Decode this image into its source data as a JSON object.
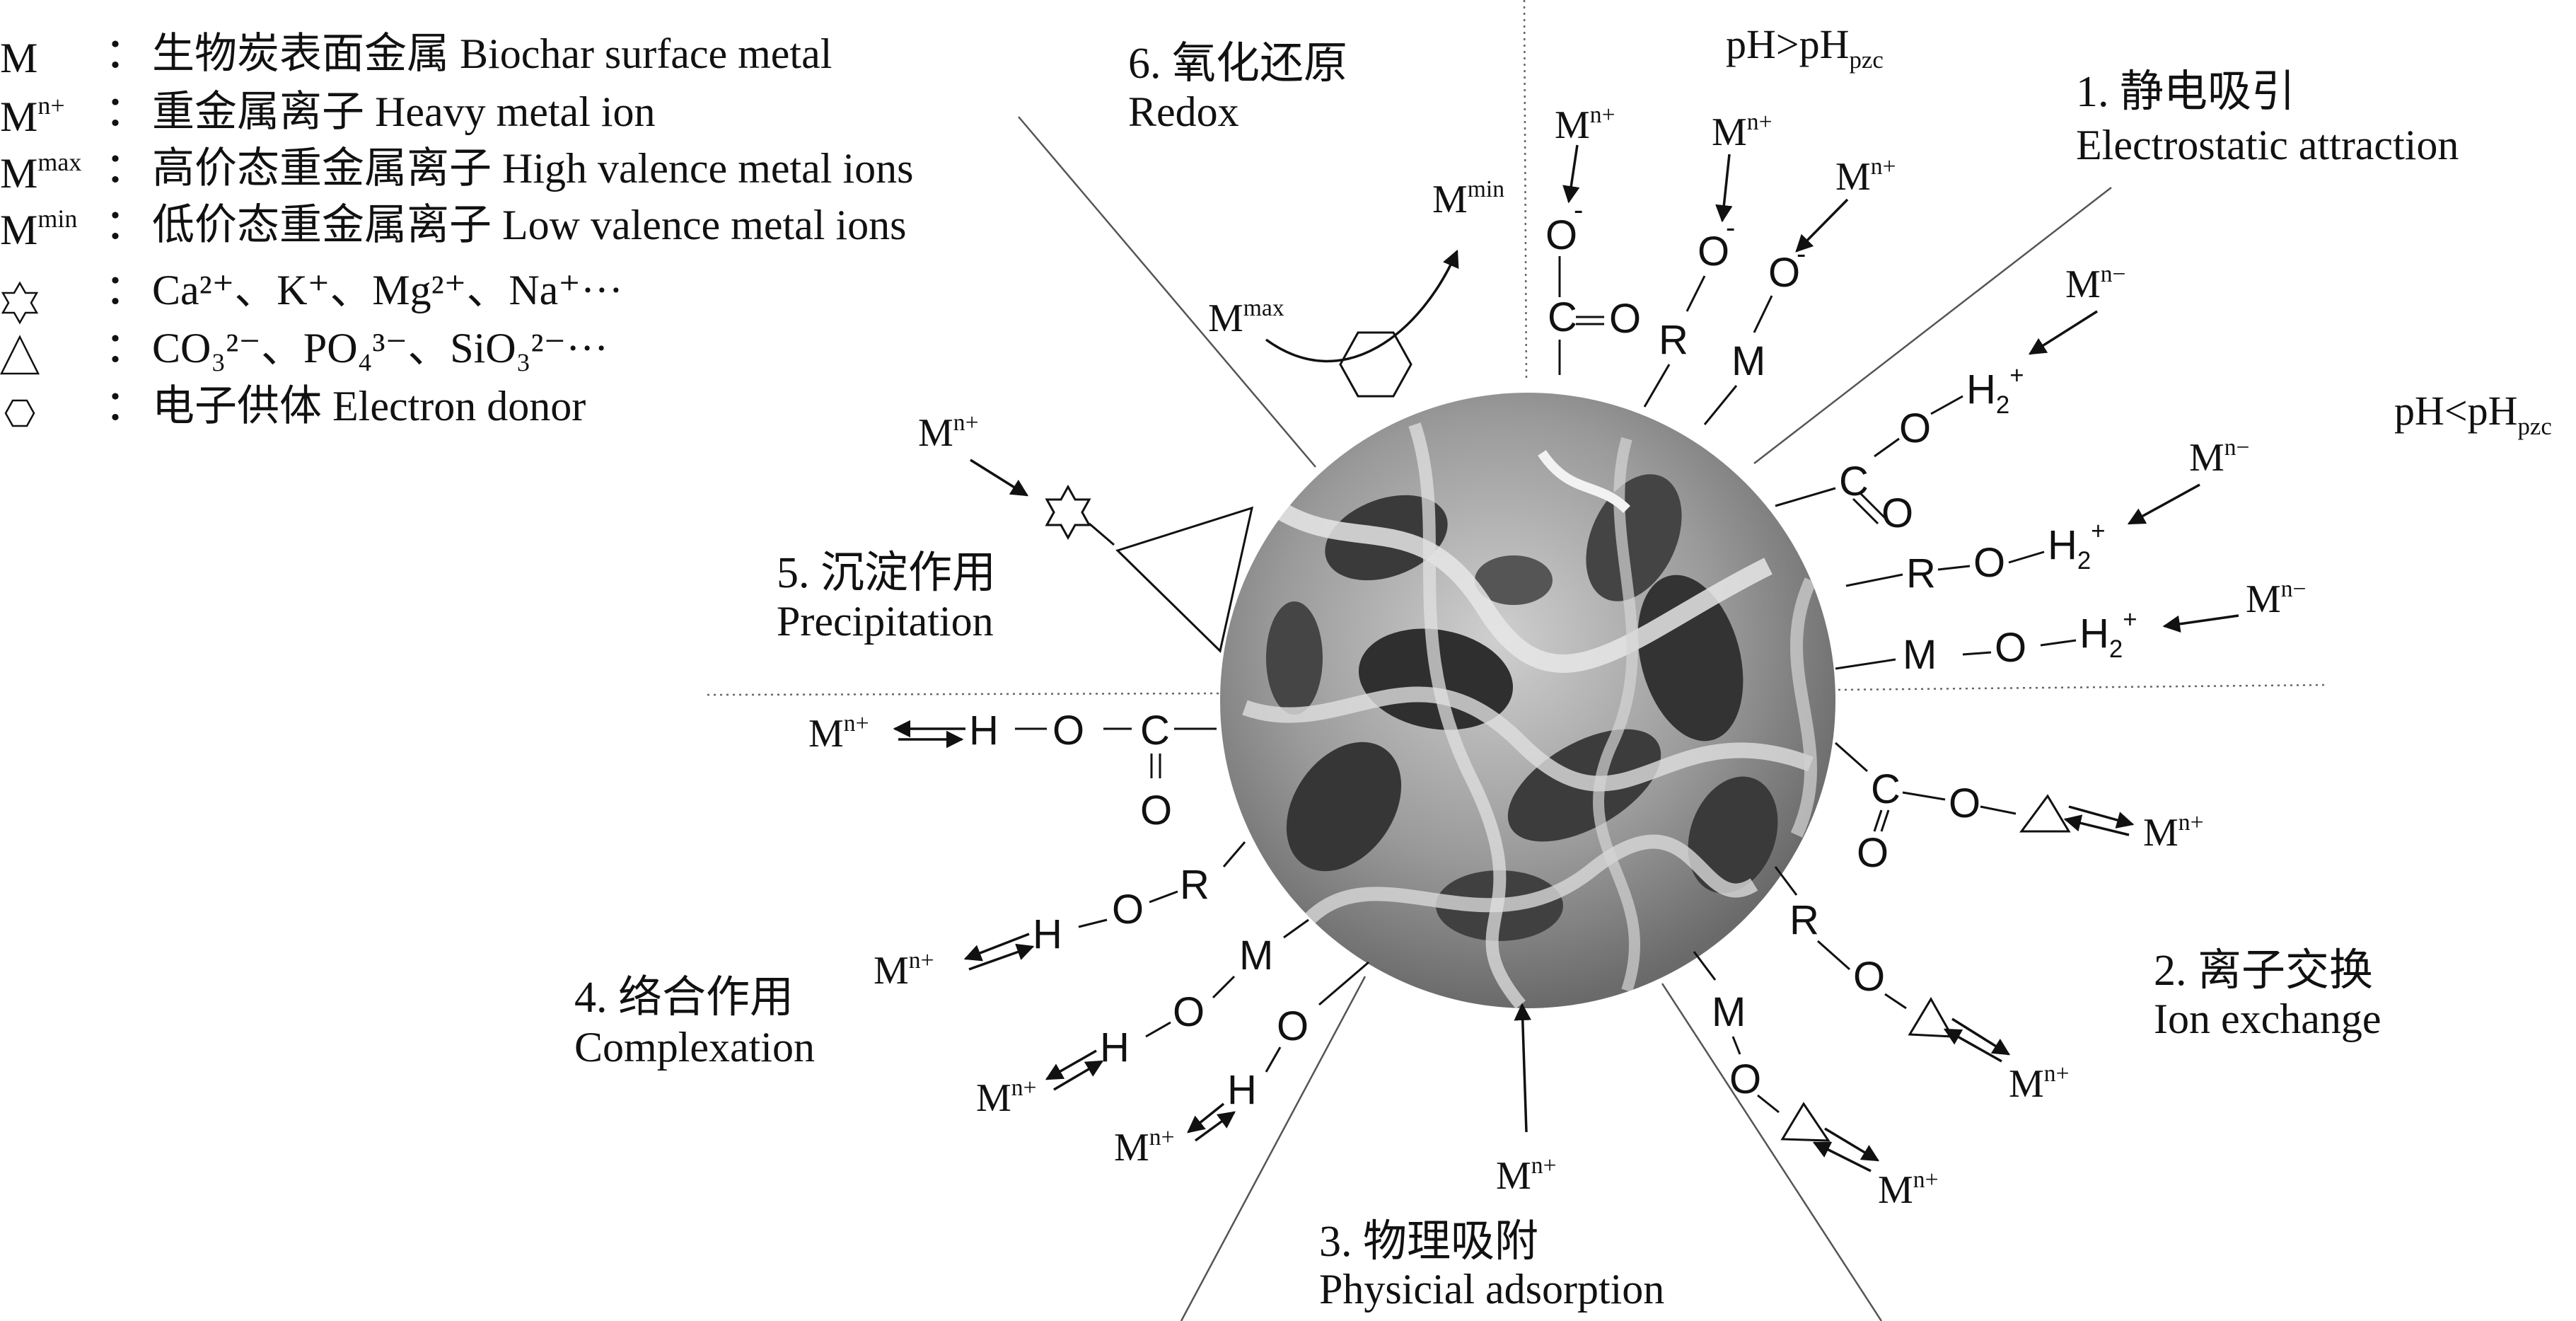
{
  "legend": [
    {
      "symbol": "M",
      "symbol_sup": "",
      "desc": "生物炭表面金属 Biochar surface metal"
    },
    {
      "symbol": "M",
      "symbol_sup": "n+",
      "desc": "重金属离子 Heavy metal ion"
    },
    {
      "symbol": "M",
      "symbol_sup": "max",
      "desc": "高价态重金属离子 High valence metal ions"
    },
    {
      "symbol": "M",
      "symbol_sup": "min",
      "desc": "低价态重金属离子 Low valence metal ions"
    },
    {
      "symbol_icon": "star-icon",
      "desc": "Ca²⁺、K⁺、Mg²⁺、Na⁺···"
    },
    {
      "symbol_icon": "triangle-icon",
      "desc": "CO₃²⁻、PO₄³⁻、SiO₃²⁻···"
    },
    {
      "symbol_icon": "hexagon-icon",
      "desc": "电子供体 Electron donor"
    }
  ],
  "colon": "：",
  "mechanisms": {
    "electrostatic": {
      "zh": "1. 静电吸引",
      "en": "Electrostatic attraction"
    },
    "ion_exchange": {
      "zh": "2. 离子交换",
      "en": "Ion exchange"
    },
    "physical": {
      "zh": "3. 物理吸附",
      "en": "Physicial adsorption"
    },
    "complexation": {
      "zh": "4. 络合作用",
      "en": "Complexation"
    },
    "precipitation": {
      "zh": "5. 沉淀作用",
      "en": "Precipitation"
    },
    "redox": {
      "zh": "6. 氧化还原",
      "en": "Redox"
    }
  },
  "ph": {
    "high": {
      "base": "pH>pH",
      "sub": "pzc"
    },
    "low": {
      "base": "pH<pH",
      "sub": "pzc"
    }
  },
  "ions": {
    "metal": "M",
    "n_plus": "n+",
    "n_minus": "n−",
    "max": "max",
    "min": "min"
  },
  "atoms": {
    "O": "O",
    "C": "C",
    "R": "R",
    "M": "M",
    "H": "H",
    "H2": "H",
    "H2_sub": "2",
    "plus": "+",
    "minus": "-",
    "double_bond": "="
  }
}
